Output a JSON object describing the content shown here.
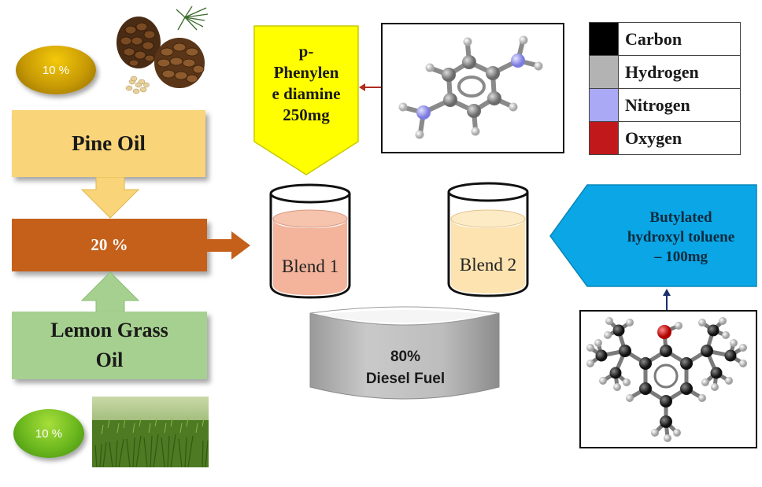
{
  "pine": {
    "percent_badge": "10 %",
    "label": "Pine Oil",
    "image": "pine-cones-and-seeds"
  },
  "mixture": {
    "label": "20 %"
  },
  "lemon": {
    "percent_badge": "10 %",
    "label_line1": "Lemon Grass",
    "label_line2": "Oil",
    "image": "lemongrass-field"
  },
  "additive1": {
    "line1": "p-",
    "line2": "Phenylen",
    "line3": "e diamine",
    "line4": "250mg",
    "molecule": "p-phenylenediamine-ball-and-stick"
  },
  "additive2": {
    "line1": "Butylated",
    "line2": "hydroxyl toluene",
    "line3": "– 100mg",
    "molecule": "butylated-hydroxytoluene-ball-and-stick"
  },
  "blends": {
    "blend1": "Blend 1",
    "blend2": "Blend 2"
  },
  "diesel": {
    "line1": "80%",
    "line2": "Diesel Fuel"
  },
  "legend": [
    {
      "label": "Carbon",
      "color": "#000000"
    },
    {
      "label": "Hydrogen",
      "color": "#b3b3b3"
    },
    {
      "label": "Nitrogen",
      "color": "#a9a9f5"
    },
    {
      "label": "Oxygen",
      "color": "#c0181b"
    }
  ],
  "colors": {
    "pine_box": "#f9d478",
    "mixture_box": "#c5601b",
    "lemon_box": "#a6d08f",
    "yellow_arrow": "#ffff00",
    "blue_arrow": "#0aa6e6",
    "diesel_tank": "#bfbfbf",
    "blend1_liquid": "#f4b49c",
    "blend2_liquid": "#fde3b0",
    "arrow_line_red": "#b02a1e",
    "arrow_line_navy": "#1a2f6b"
  }
}
